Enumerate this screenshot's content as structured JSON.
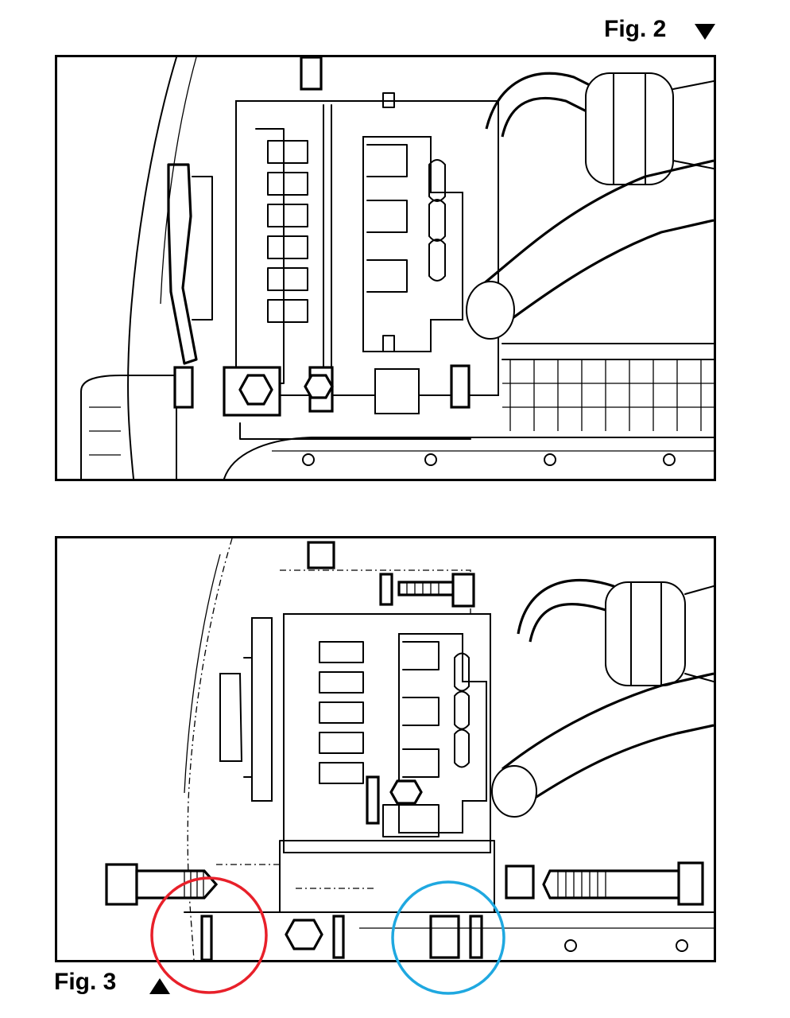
{
  "figures": {
    "fig2": {
      "label": "Fig. 2",
      "arrow": "down-triangle"
    },
    "fig3": {
      "label": "Fig. 3",
      "arrow": "up-triangle"
    }
  },
  "highlights": [
    {
      "name": "red-circle-highlight",
      "color": "#e8202a"
    },
    {
      "name": "blue-circle-highlight",
      "color": "#1fa8e0"
    }
  ]
}
